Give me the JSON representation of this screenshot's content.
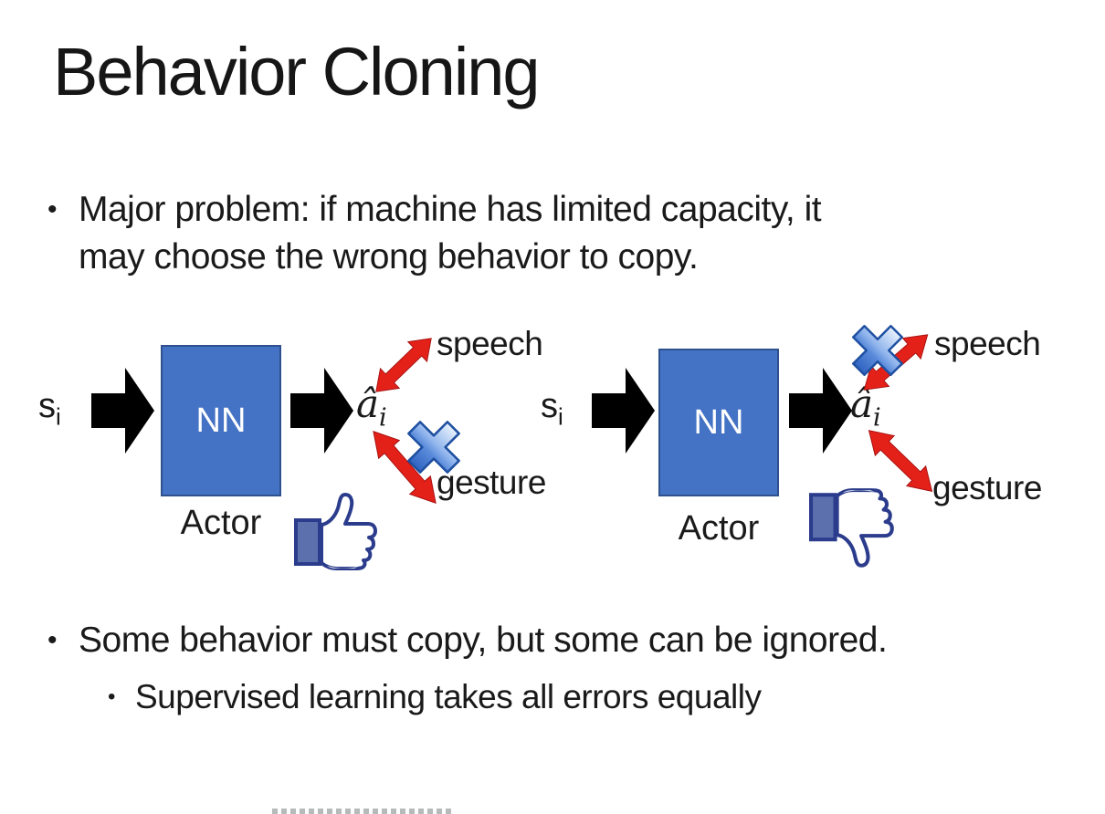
{
  "slide": {
    "title": "Behavior Cloning",
    "bullets": [
      {
        "marker": "•",
        "level": 1,
        "lines": [
          "Major problem: if machine has limited capacity, it",
          "may choose the wrong behavior to copy."
        ]
      },
      {
        "marker": "•",
        "level": 1,
        "lines": [
          "Some behavior must copy, but some can be ignored."
        ]
      },
      {
        "marker": "•",
        "level": 2,
        "lines": [
          "Supervised learning takes all errors equally"
        ]
      }
    ],
    "bottom_artifact": "top sliver of cut-off content at bottom edge"
  },
  "diagrams": [
    {
      "id": "left",
      "input_base": "s",
      "input_sub": "i",
      "box_label": "NN",
      "box_caption": "Actor",
      "output_base": "â",
      "output_sub": "i",
      "branches": [
        {
          "label": "speech",
          "crossed_out": false
        },
        {
          "label": "gesture",
          "crossed_out": true
        }
      ],
      "feedback_icon": "thumbs-up"
    },
    {
      "id": "right",
      "input_base": "s",
      "input_sub": "i",
      "box_label": "NN",
      "box_caption": "Actor",
      "output_base": "â",
      "output_sub": "i",
      "branches": [
        {
          "label": "speech",
          "crossed_out": true
        },
        {
          "label": "gesture",
          "crossed_out": false
        }
      ],
      "feedback_icon": "thumbs-down"
    }
  ],
  "colors": {
    "background": "#FFFFFF",
    "text": "#1A1A1A",
    "nn_box_fill": "#4472C4",
    "nn_box_border": "#2F528F",
    "nn_text": "#FFFFFF",
    "black_arrow": "#000000",
    "red_arrow": "#E32119",
    "cross_fill_top": "#E9F2FD",
    "cross_fill_bottom": "#2F63C0",
    "cross_border": "#1E4FA0",
    "thumb_outline": "#2B3C8C",
    "thumb_sleeve": "#5C70AD"
  }
}
